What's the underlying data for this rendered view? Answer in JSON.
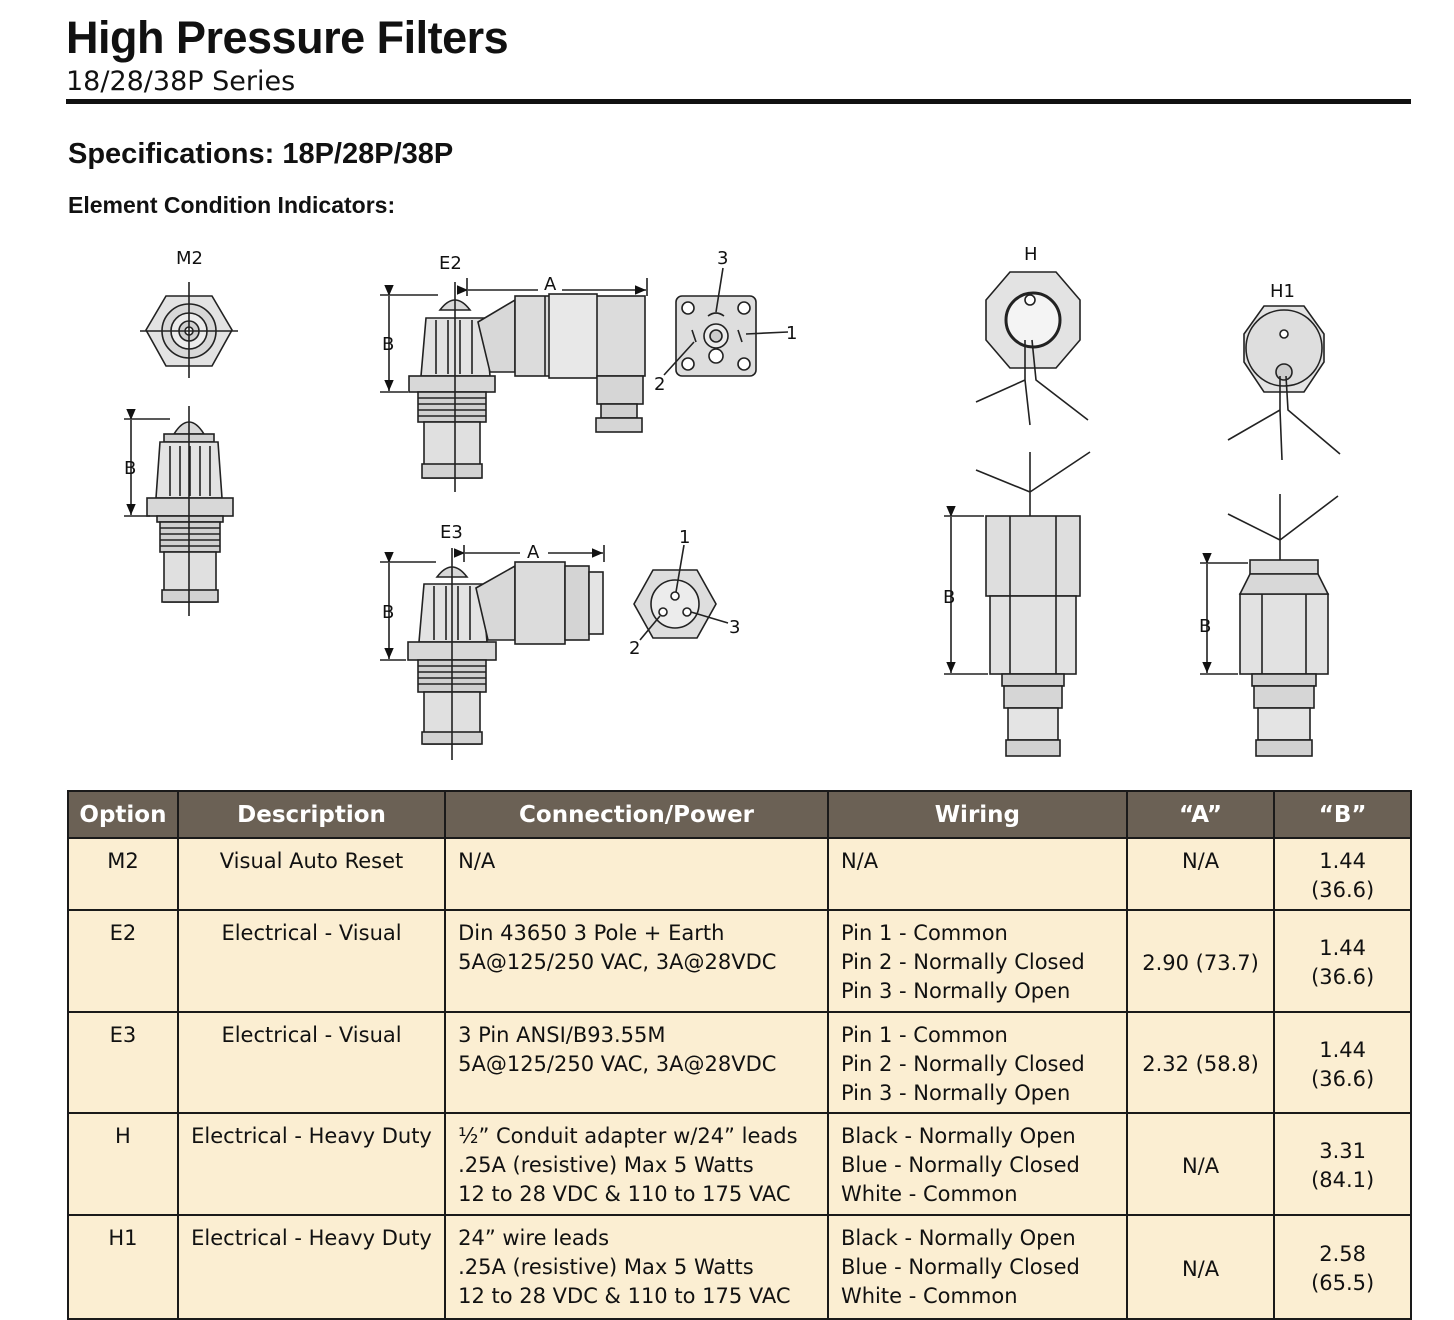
{
  "header": {
    "title": "High Pressure Filters",
    "subtitle": "18/28/38P Series"
  },
  "section": {
    "heading": "Specifications: 18P/28P/38P",
    "subheading": "Element Condition Indicators:"
  },
  "diagram_labels": {
    "m2": "M2",
    "e2": "E2",
    "e3": "E3",
    "h": "H",
    "h1": "H1",
    "a": "A",
    "b": "B",
    "pin1": "1",
    "pin2": "2",
    "pin3": "3"
  },
  "table": {
    "headers": [
      "Option",
      "Description",
      "Connection/Power",
      "Wiring",
      "“A”",
      "“B”"
    ],
    "rows": [
      {
        "option": "M2",
        "description": "Visual Auto Reset",
        "connection": [
          "N/A"
        ],
        "wiring": [
          "N/A"
        ],
        "a": "N/A",
        "b": "1.44 (36.6)"
      },
      {
        "option": "E2",
        "description": "Electrical - Visual",
        "connection": [
          "Din 43650 3 Pole + Earth",
          "5A@125/250 VAC, 3A@28VDC"
        ],
        "wiring": [
          "Pin 1 - Common",
          "Pin 2 - Normally Closed",
          "Pin 3 - Normally Open"
        ],
        "a": "2.90 (73.7)",
        "b": "1.44 (36.6)"
      },
      {
        "option": "E3",
        "description": "Electrical - Visual",
        "connection": [
          "3 Pin ANSI/B93.55M",
          "5A@125/250 VAC, 3A@28VDC"
        ],
        "wiring": [
          "Pin 1 - Common",
          "Pin 2 - Normally Closed",
          "Pin 3 - Normally Open"
        ],
        "a": "2.32 (58.8)",
        "b": "1.44 (36.6)"
      },
      {
        "option": "H",
        "description": "Electrical - Heavy Duty",
        "connection": [
          "½” Conduit adapter w/24” leads",
          ".25A (resistive) Max 5 Watts",
          "12 to 28 VDC & 110 to 175 VAC"
        ],
        "wiring": [
          "Black - Normally Open",
          "Blue - Normally Closed",
          "White - Common"
        ],
        "a": "N/A",
        "b": "3.31 (84.1)"
      },
      {
        "option": "H1",
        "description": "Electrical - Heavy Duty",
        "connection": [
          "24” wire leads",
          ".25A (resistive) Max 5 Watts",
          "12 to 28 VDC & 110 to 175 VAC"
        ],
        "wiring": [
          "Black - Normally Open",
          "Blue - Normally Closed",
          "White - Common"
        ],
        "a": "N/A",
        "b": "2.58 (65.5)"
      }
    ]
  }
}
